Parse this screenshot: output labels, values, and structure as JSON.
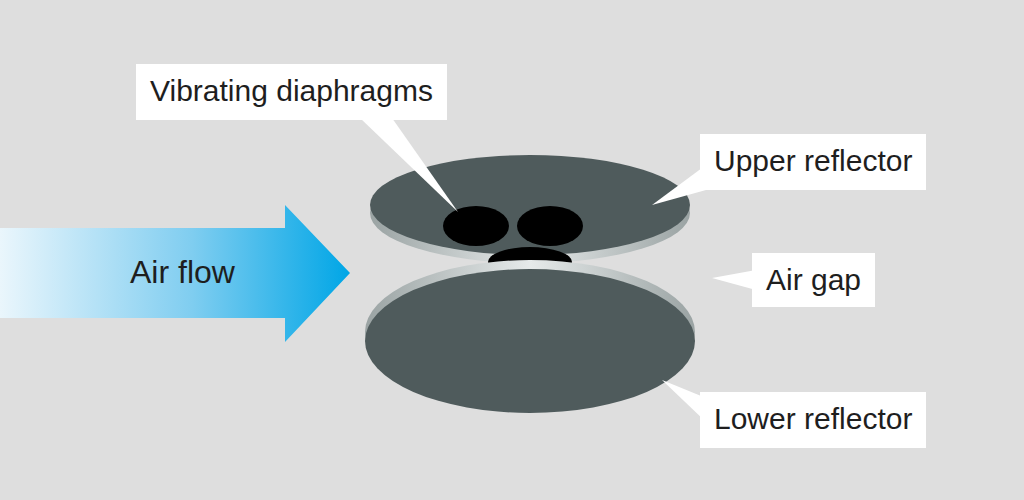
{
  "diagram": {
    "labels": [
      "Vibrating diaphragms",
      "Upper reflector",
      "Air gap",
      "Lower reflector",
      "Air flow"
    ]
  }
}
